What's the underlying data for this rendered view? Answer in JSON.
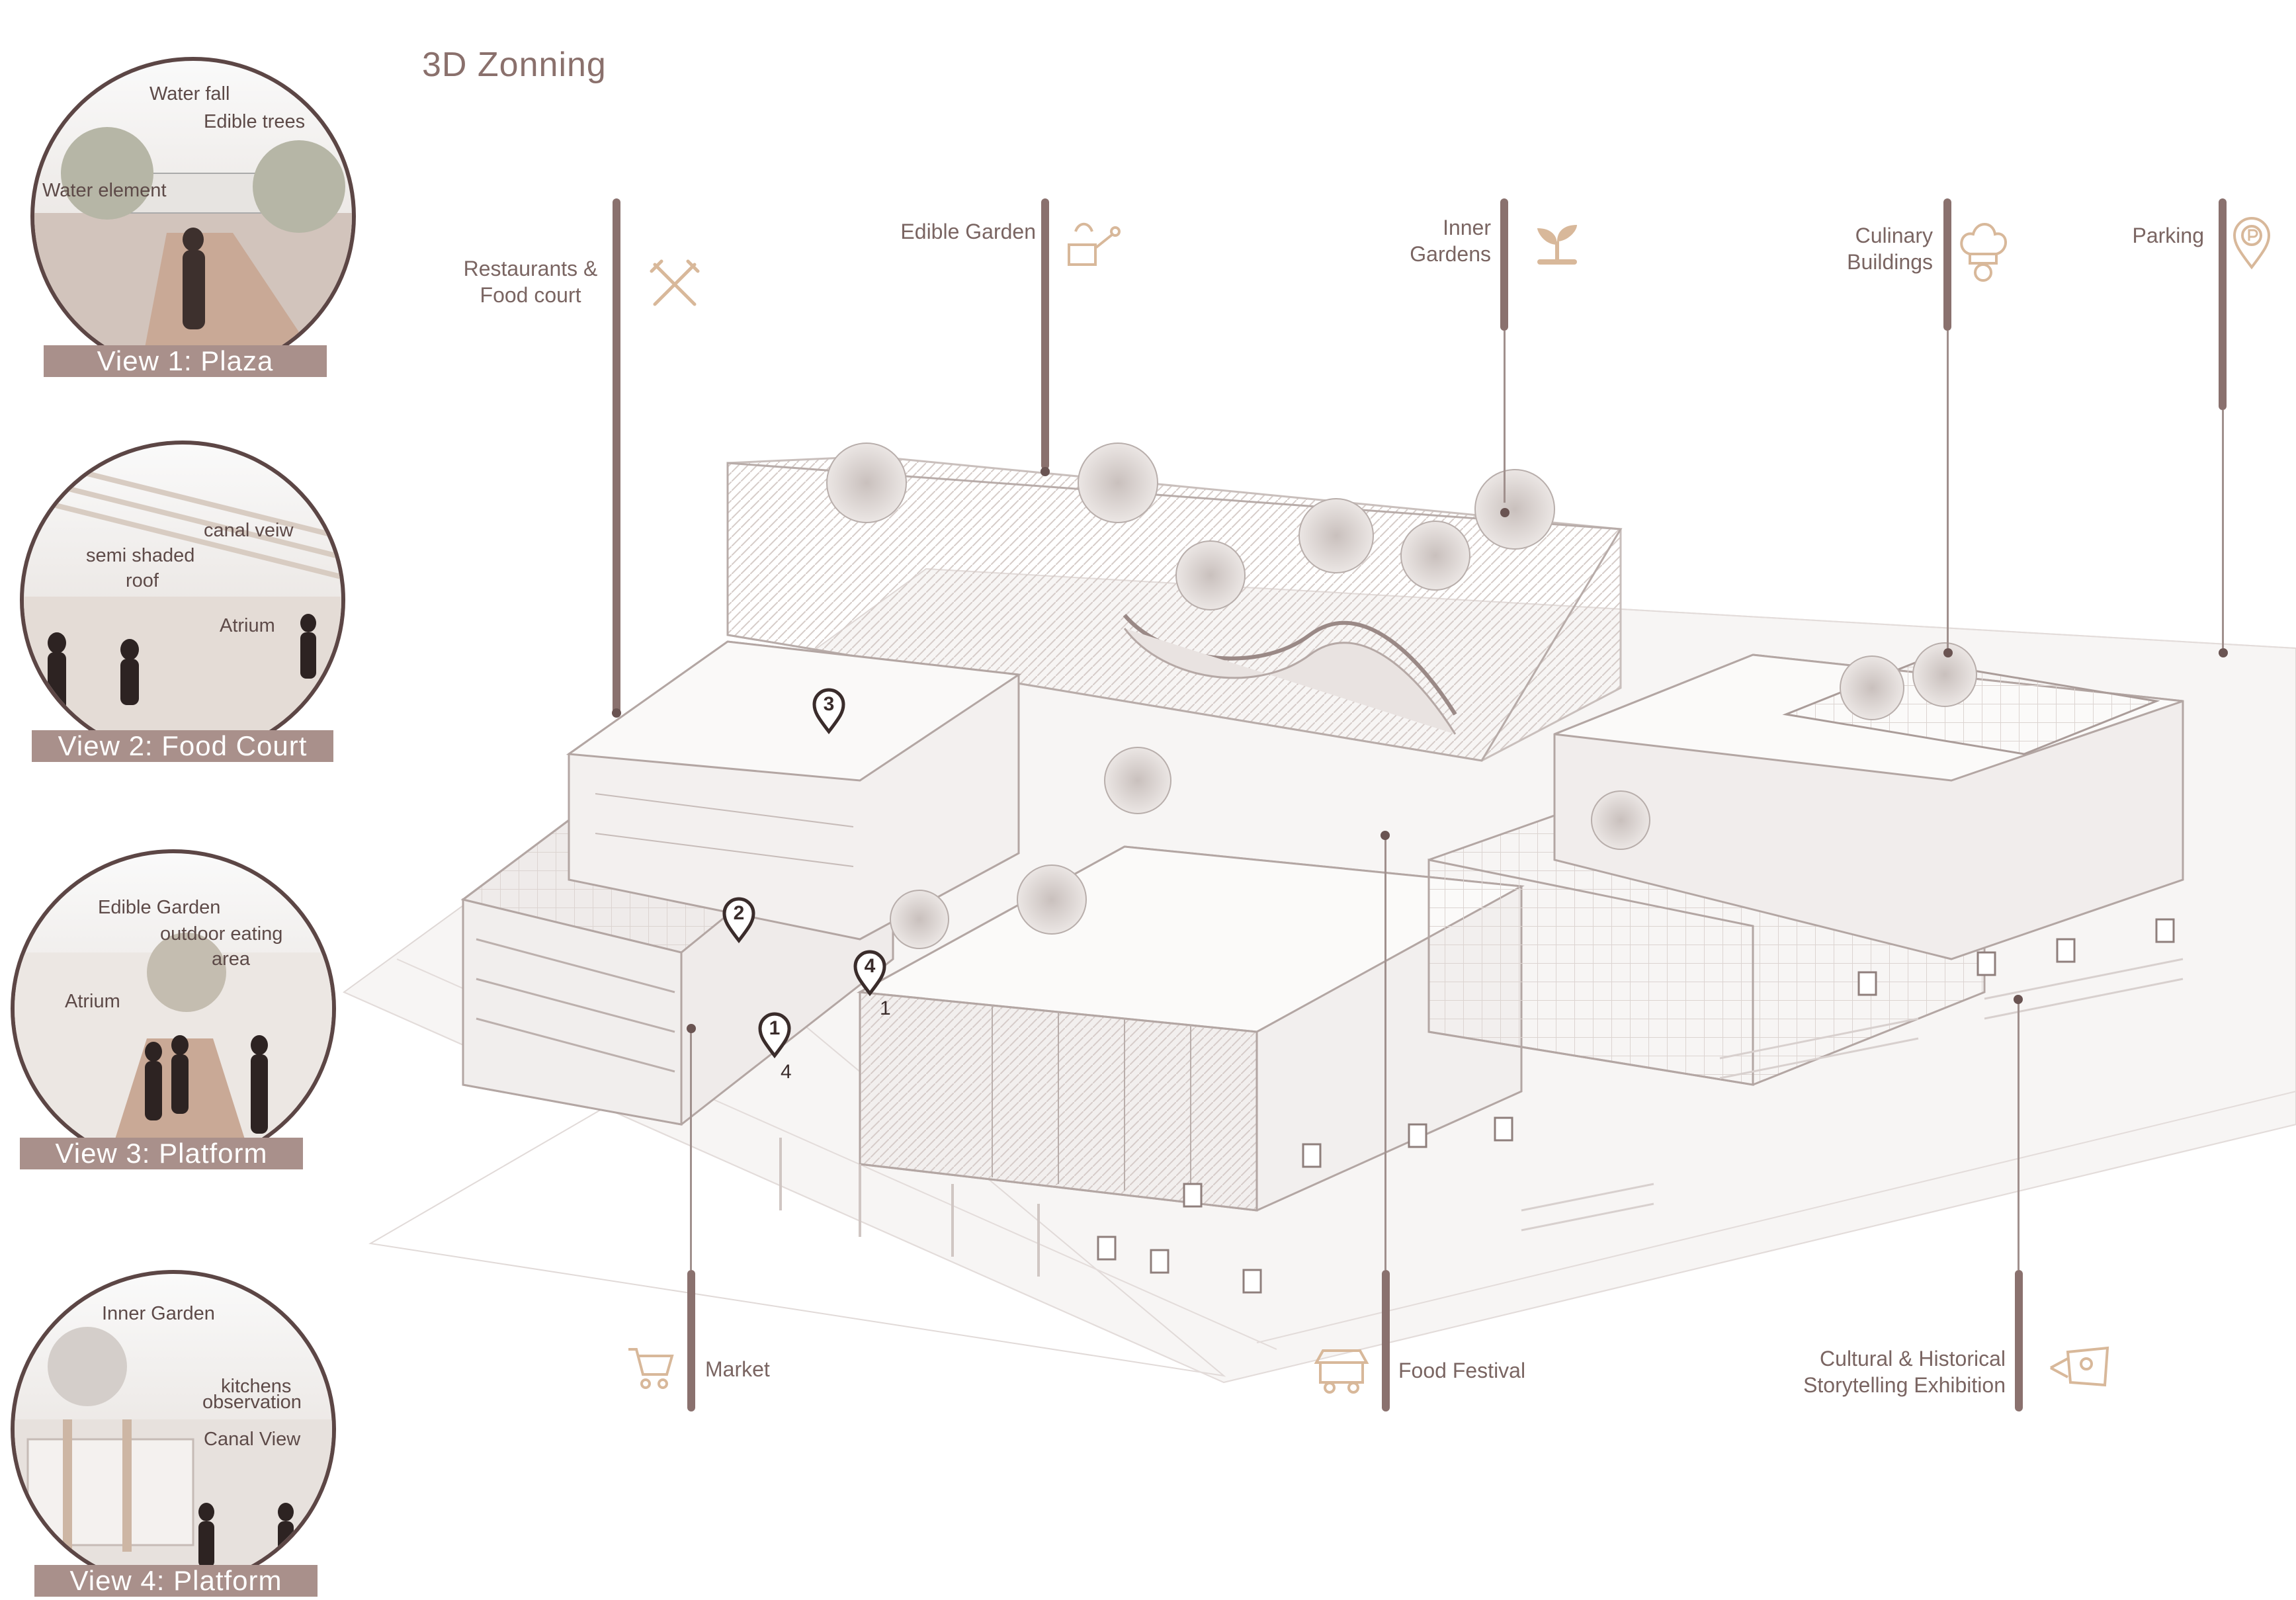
{
  "title": "3D Zonning",
  "views": [
    {
      "label": "View 1: Plaza",
      "annotations": [
        "Water fall",
        "Edible trees",
        "Water element"
      ]
    },
    {
      "label": "View 2: Food Court",
      "annotations": [
        "canal veiw",
        "semi shaded",
        "roof",
        "Atrium"
      ]
    },
    {
      "label": "View 3: Platform",
      "annotations": [
        "Edible Garden",
        "outdoor eating",
        "area",
        "Atrium"
      ]
    },
    {
      "label": "View 4: Platform",
      "annotations": [
        "Inner Garden",
        "kitchens",
        "observation",
        "Canal View"
      ]
    }
  ],
  "zones_top": [
    {
      "line1": "Restaurants &",
      "line2": "Food court",
      "icon": "fork-knife-icon"
    },
    {
      "line1": "Edible Garden",
      "line2": "",
      "icon": "watering-can-icon"
    },
    {
      "line1": "Inner",
      "line2": "Gardens",
      "icon": "sprout-icon"
    },
    {
      "line1": "Culinary",
      "line2": "Buildings",
      "icon": "chef-hat-icon"
    },
    {
      "line1": "Parking",
      "line2": "",
      "icon": "parking-pin-icon"
    }
  ],
  "zones_bottom": [
    {
      "line1": "Market",
      "line2": "",
      "icon": "shopping-cart-icon"
    },
    {
      "line1": "Food Festival",
      "line2": "",
      "icon": "food-cart-icon"
    },
    {
      "line1": "Cultural & Historical",
      "line2": "Storytelling Exhibition",
      "icon": "exhibition-icon"
    }
  ],
  "pins": [
    "1",
    "2",
    "3",
    "4"
  ],
  "pin_tags": [
    "4",
    "1"
  ],
  "colors": {
    "accent": "#a9908b",
    "dark": "#5c4645",
    "bar": "#8a716e",
    "icon": "#d8b89a"
  }
}
